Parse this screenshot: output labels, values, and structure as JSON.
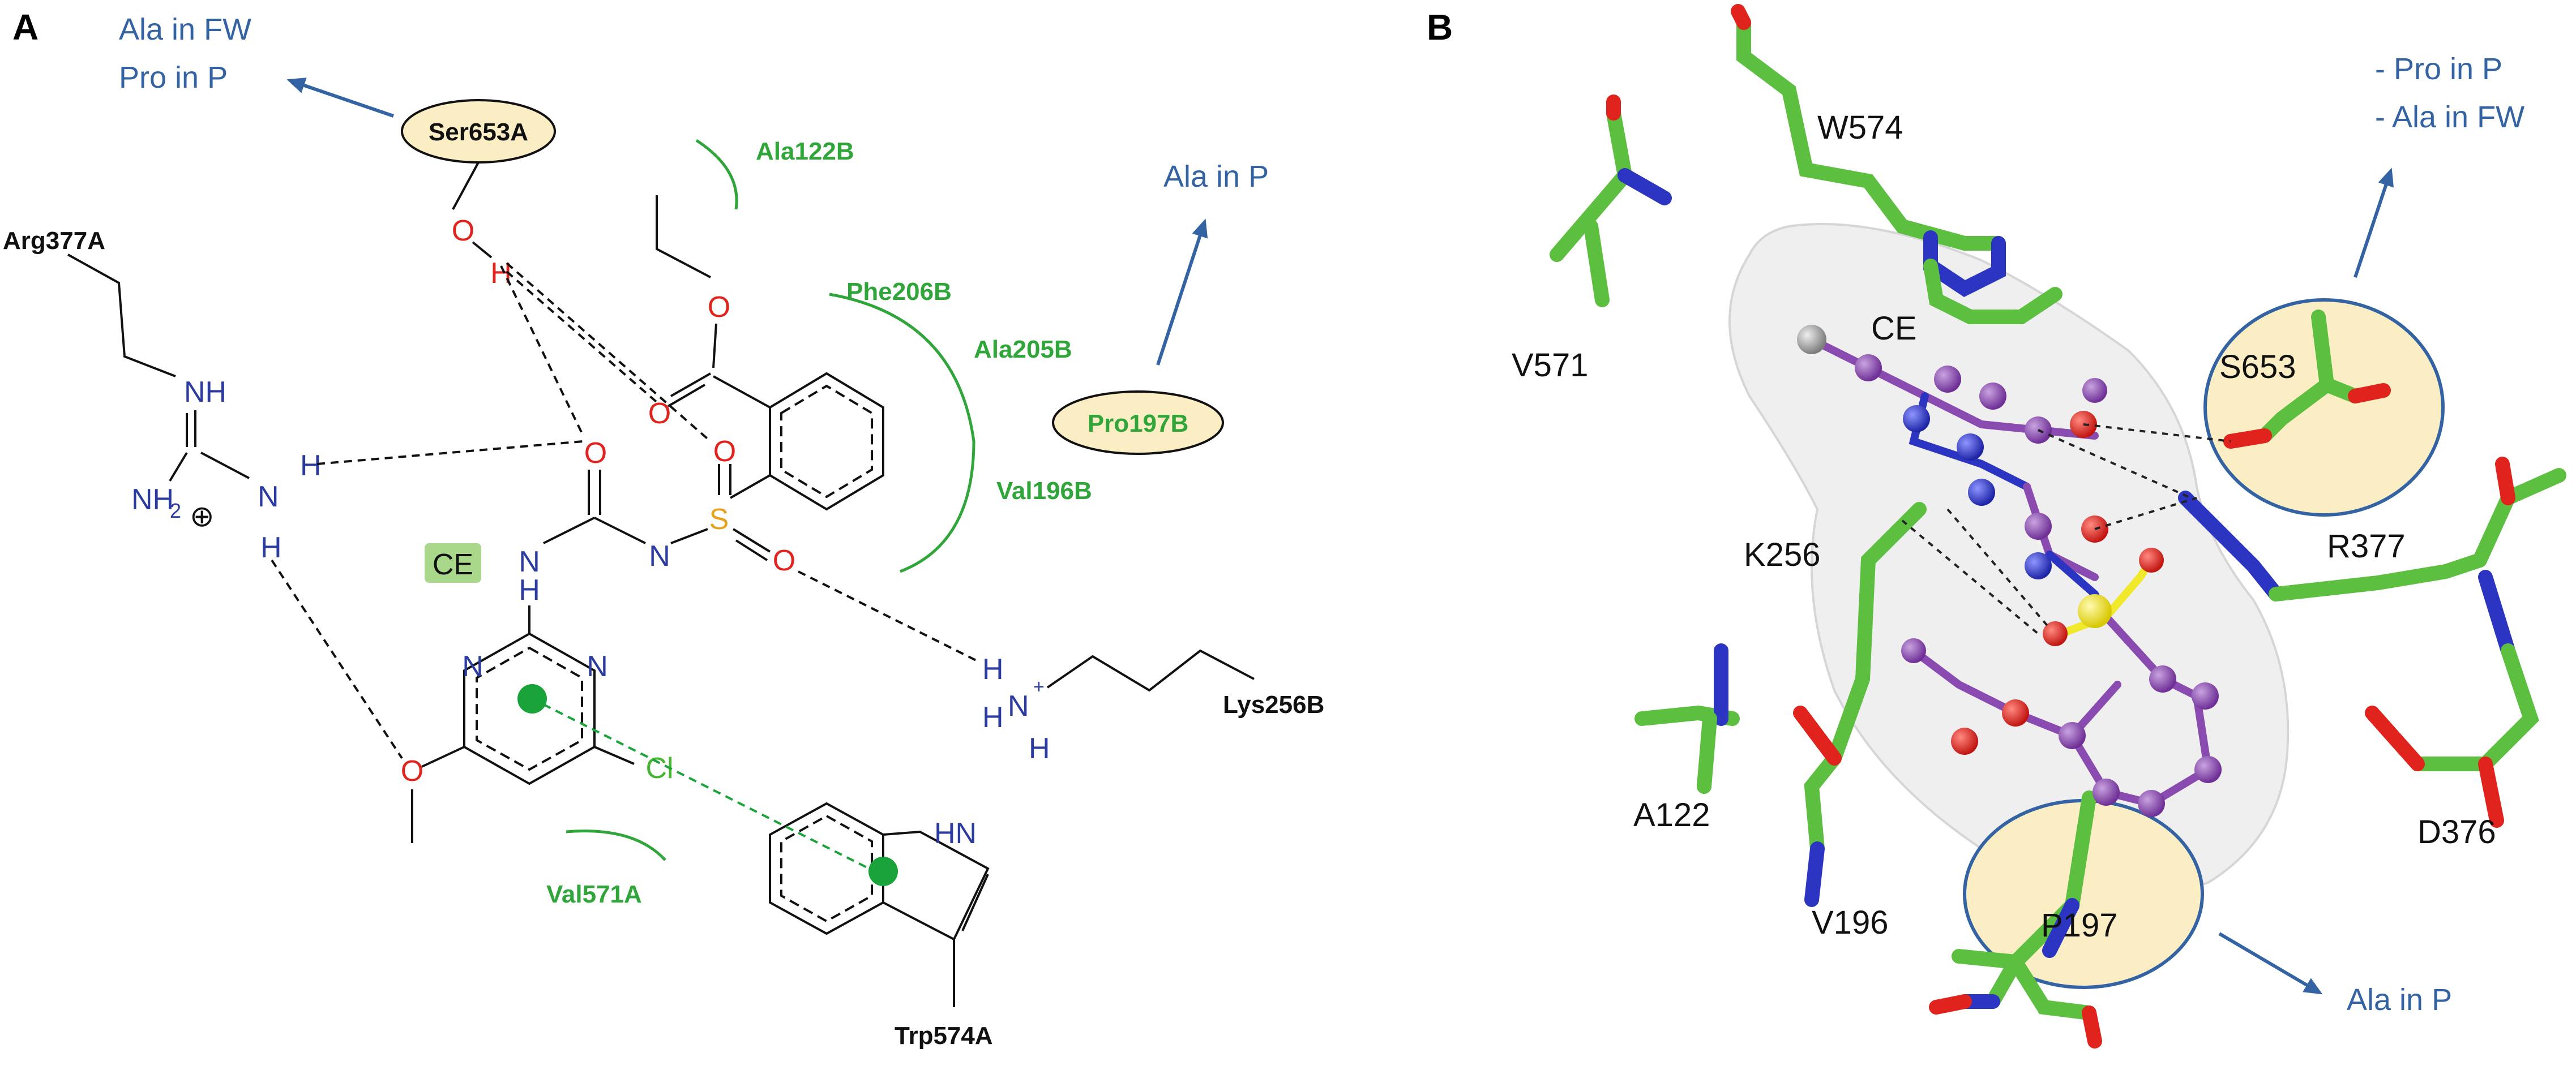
{
  "panel_a": {
    "label": "A",
    "notes": {
      "ser_note_line1": "Ala in FW",
      "ser_note_line2": "Pro in P",
      "pro_note": "Ala in P"
    },
    "residues": {
      "ser653": "Ser653A",
      "pro197": "Pro197B",
      "ala122": "Ala122B",
      "phe206": "Phe206B",
      "ala205": "Ala205B",
      "val196": "Val196B",
      "val571": "Val571A",
      "arg377": "Arg377A",
      "lys256": "Lys256B",
      "trp574": "Trp574A",
      "ce": "CE"
    },
    "atoms": {
      "o_ser": "O",
      "h_ser": "H",
      "nh_arg": "NH",
      "nh2_arg": "NH",
      "nh2_sub": "2",
      "plus": "⊕",
      "n_arg": "N",
      "h_arg1": "H",
      "h_arg2": "H",
      "o_ester1": "O",
      "o_ester2": "O",
      "o_urea": "O",
      "nh_urea": "N",
      "h_urea": "H",
      "n_sulf": "N",
      "s_sulf": "S",
      "o_sulf1": "O",
      "o_sulf2": "O",
      "n_pyr1": "N",
      "n_pyr2": "N",
      "o_meth": "O",
      "cl": "Cl",
      "h_lys1": "H",
      "h_lys2": "H",
      "n_lys": "N",
      "lys_plus": "+",
      "h_lys3": "H",
      "hn_trp": "HN"
    },
    "colors": {
      "residue_green": "#2fa53a",
      "oval_fill": "#fbeec5",
      "note_blue": "#3463a4",
      "oxygen_red": "#e0231c",
      "nitrogen_blue": "#2b3b9f",
      "sulfur_yellow": "#e6a21e"
    }
  },
  "panel_b": {
    "label": "B",
    "labels": {
      "w574": "W574",
      "v571": "V571",
      "ce": "CE",
      "s653": "S653",
      "k256": "K256",
      "r377": "R377",
      "a122": "A122",
      "d376": "D376",
      "v196": "V196",
      "p197": "P197"
    },
    "notes": {
      "top_line1": "- Pro in P",
      "top_line2": "- Ala in FW",
      "bottom": "Ala in P"
    },
    "colors": {
      "carbon_green": "#5cbf3f",
      "ligand_purple": "#8a4bb0",
      "oxygen_red": "#e0231c",
      "nitrogen_blue": "#2b35c2",
      "sulfur_yellow": "#f0e82a",
      "halogen_grey": "#9a9a9a",
      "highlight_fill": "#fbeec5",
      "highlight_ring": "#3463a4"
    }
  }
}
